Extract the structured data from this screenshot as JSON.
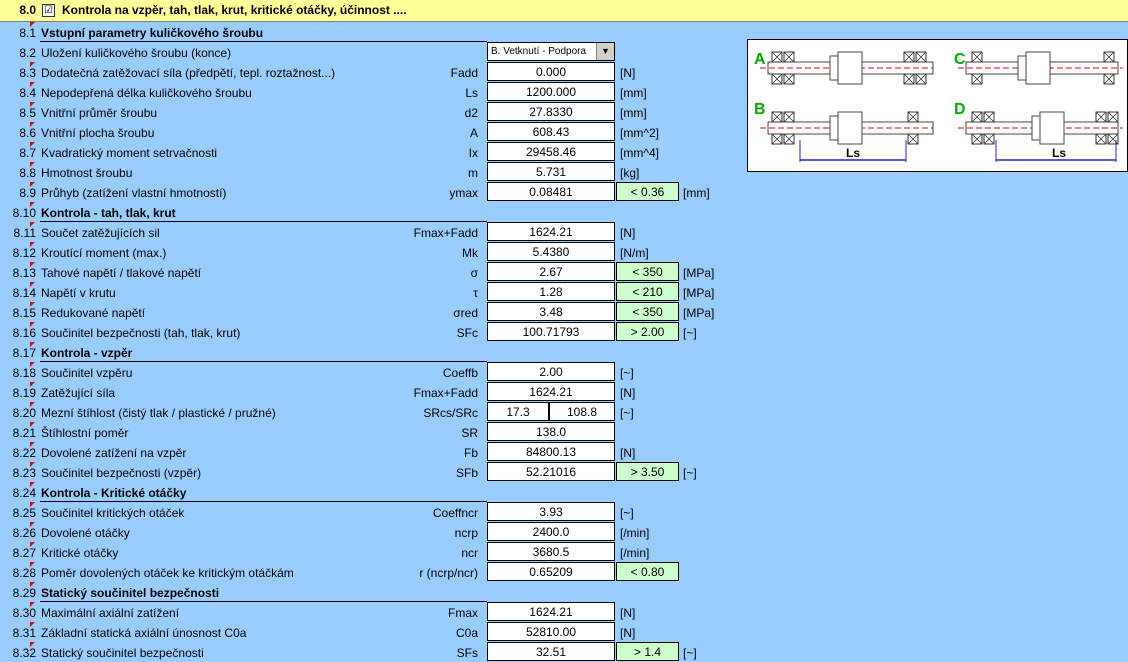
{
  "header": {
    "num": "8.0",
    "checkbox": "☑",
    "title": "Kontrola na vzpěr, tah, tlak, krut, kritické otáčky, účinnost ...."
  },
  "rows": [
    {
      "num": "8.1",
      "label": "Vstupní parametry kuličkového šroubu",
      "bold": true
    },
    {
      "num": "8.2",
      "label": "Uložení kuličkového šroubu (konce)",
      "dropdown": "B. Vetknutí - Podpora"
    },
    {
      "num": "8.3",
      "label": "Dodatečná zatěžovací síla (předpětí, tepl. roztažnost...)",
      "sym": "Fadd",
      "val": "0.000",
      "unit": "[N]"
    },
    {
      "num": "8.4",
      "label": "Nepodepřená délka kuličkového šroubu",
      "sym": "Ls",
      "val": "1200.000",
      "unit": "[mm]"
    },
    {
      "num": "8.5",
      "label": "Vnitřní průměr šroubu",
      "sym": "d2",
      "val": "27.8330",
      "unit": "[mm]"
    },
    {
      "num": "8.6",
      "label": "Vnitřní plocha šroubu",
      "sym": "A",
      "val": "608.43",
      "unit": "[mm^2]"
    },
    {
      "num": "8.7",
      "label": "Kvadratický moment setrvačnosti",
      "sym": "Ix",
      "val": "29458.46",
      "unit": "[mm^4]"
    },
    {
      "num": "8.8",
      "label": "Hmotnost šroubu",
      "sym": "m",
      "val": "5.731",
      "unit": "[kg]"
    },
    {
      "num": "8.9",
      "label": "Průhyb (zatížení vlastní hmotností)",
      "sym": "ymax",
      "val": "0.08481",
      "lim": "< 0.36",
      "unit2": "[mm]"
    },
    {
      "num": "8.10",
      "label": "Kontrola - tah, tlak, krut",
      "bold": true
    },
    {
      "num": "8.11",
      "label": "Součet zatěžujících sil",
      "sym": "Fmax+Fadd",
      "val": "1624.21",
      "unit": "[N]"
    },
    {
      "num": "8.12",
      "label": "Kroutící moment (max.)",
      "sym": "Mk",
      "val": "5.4380",
      "unit": "[N/m]"
    },
    {
      "num": "8.13",
      "label": "Tahové napětí / tlakové napětí",
      "sym": "σ",
      "val": "2.67",
      "lim": "< 350",
      "unit2": "[MPa]"
    },
    {
      "num": "8.14",
      "label": "Napětí v krutu",
      "sym": "τ",
      "val": "1.28",
      "lim": "< 210",
      "unit2": "[MPa]"
    },
    {
      "num": "8.15",
      "label": "Redukované napětí",
      "sym": "σred",
      "val": "3.48",
      "lim": "< 350",
      "unit2": "[MPa]"
    },
    {
      "num": "8.16",
      "label": "Součinitel bezpečnosti (tah, tlak, krut)",
      "sym": "SFc",
      "val": "100.71793",
      "lim": "> 2.00",
      "unit2": "[~]"
    },
    {
      "num": "8.17",
      "label": "Kontrola - vzpěr",
      "bold": true
    },
    {
      "num": "8.18",
      "label": "Součinitel vzpěru",
      "sym": "Coeffb",
      "val": "2.00",
      "unit": "[~]"
    },
    {
      "num": "8.19",
      "label": "Zatěžující síla",
      "sym": "Fmax+Fadd",
      "val": "1624.21",
      "unit": "[N]"
    },
    {
      "num": "8.20",
      "label": "Mezní štíhlost (čistý tlak / plastické / pružné)",
      "sym": "SRcs/SRc",
      "val1": "17.3",
      "val2": "108.8",
      "unit": "[~]"
    },
    {
      "num": "8.21",
      "label": "Štíhlostní poměr",
      "sym": "SR",
      "val": "138.0"
    },
    {
      "num": "8.22",
      "label": "Dovolené zatížení na vzpěr",
      "sym": "Fb",
      "val": "84800.13",
      "unit": "[N]"
    },
    {
      "num": "8.23",
      "label": "Součinitel bezpečnosti (vzpěr)",
      "sym": "SFb",
      "val": "52.21016",
      "lim": "> 3.50",
      "unit2": "[~]"
    },
    {
      "num": "8.24",
      "label": "Kontrola - Kritické otáčky",
      "bold": true
    },
    {
      "num": "8.25",
      "label": "Součinitel kritických otáček",
      "sym": "Coeffncr",
      "val": "3.93",
      "unit": "[~]"
    },
    {
      "num": "8.26",
      "label": "Dovolené otáčky",
      "sym": "ncrp",
      "val": "2400.0",
      "unit": "[/min]"
    },
    {
      "num": "8.27",
      "label": "Kritické otáčky",
      "sym": "ncr",
      "val": "3680.5",
      "unit": "[/min]"
    },
    {
      "num": "8.28",
      "label": "Poměr dovolených otáček ke kritickým otáčkám",
      "sym": "r (ncrp/ncr)",
      "val": "0.65209",
      "lim": "< 0.80"
    },
    {
      "num": "8.29",
      "label": "Statický součinitel bezpečnosti",
      "bold": true
    },
    {
      "num": "8.30",
      "label": "Maximální axiální zatížení",
      "sym": "Fmax",
      "val": "1624.21",
      "unit": "[N]"
    },
    {
      "num": "8.31",
      "label": "Základní statická axiální únosnost C0a",
      "sym": "C0a",
      "val": "52810.00",
      "unit": "[N]"
    },
    {
      "num": "8.32",
      "label": "Statický součinitel bezpečnosti",
      "sym": "SFs",
      "val": "32.51",
      "lim": "> 1.4",
      "unit2": "[~]"
    }
  ],
  "marked_rows": [
    "8.1",
    "8.3",
    "8.4",
    "8.5",
    "8.6",
    "8.7",
    "8.8",
    "8.9",
    "8.10",
    "8.11",
    "8.12",
    "8.13",
    "8.14",
    "8.15",
    "8.16",
    "8.17",
    "8.18",
    "8.19",
    "8.20",
    "8.21",
    "8.22",
    "8.23",
    "8.24",
    "8.25",
    "8.26",
    "8.27",
    "8.28",
    "8.29",
    "8.30",
    "8.31",
    "8.32"
  ],
  "diagram": {
    "labels": [
      "A",
      "C",
      "B",
      "D"
    ],
    "dim_label": "Ls",
    "accent": "#00AA00",
    "dim_color": "#2222CC",
    "axis_color": "#E00000"
  },
  "colors": {
    "background": "#99CCFF",
    "header": "#FFFF99",
    "limit_cell": "#CCFFCC"
  }
}
